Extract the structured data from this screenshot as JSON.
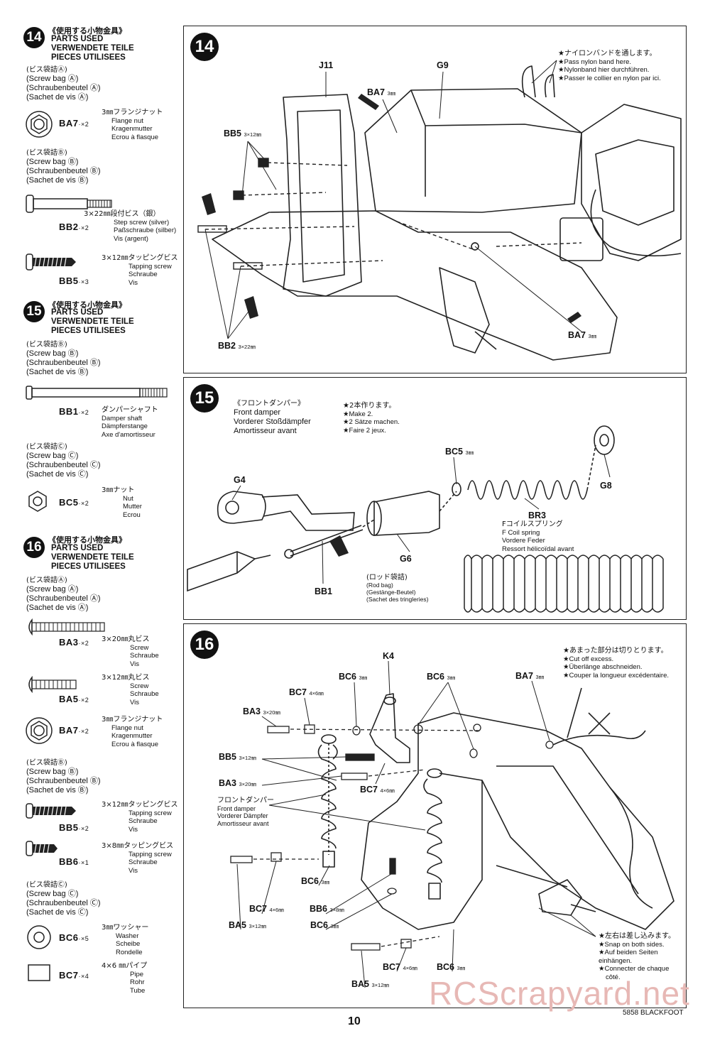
{
  "page_number": "10",
  "footer_model": "5858 BLACKFOOT",
  "watermark": "RCScrapyard.net",
  "sidebar": {
    "s14": {
      "num": "14",
      "jp": "《使用する小物金具》",
      "en": "PARTS USED",
      "de": "VERWENDETE TEILE",
      "fr": "PIECES UTILISEES",
      "bagA": [
        "(ビス袋詰Ⓐ)",
        "(Screw bag Ⓐ)",
        "(Schraubenbeutel Ⓐ)",
        "(Sachet de vis Ⓐ)"
      ],
      "ba7_code": "BA7",
      "ba7_qty": "·×2",
      "ba7_desc": [
        "3㎜フランジナット",
        "Flange nut",
        "Kragenmutter",
        "Ecrou à flasque"
      ],
      "bagB": [
        "(ビス袋詰Ⓑ)",
        "(Screw bag Ⓑ)",
        "(Schraubenbeutel Ⓑ)",
        "(Sachet de vis Ⓑ)"
      ],
      "bb2_code": "BB2",
      "bb2_qty": "·×2",
      "bb2_desc": [
        "3×22㎜段付ビス（銀）",
        "Step screw (silver)",
        "Paßschraube (silber)",
        "Vis (argent)"
      ],
      "bb5_code": "BB5",
      "bb5_qty": "·×3",
      "bb5_desc": [
        "3×12㎜タッピングビス",
        "Tapping screw",
        "Schraube",
        "Vis"
      ]
    },
    "s15": {
      "num": "15",
      "jp": "《使用する小物金具》",
      "en": "PARTS USED",
      "de": "VERWENDETE TEILE",
      "fr": "PIECES UTILISEES",
      "bagB": [
        "(ビス袋詰Ⓑ)",
        "(Screw bag Ⓑ)",
        "(Schraubenbeutel Ⓑ)",
        "(Sachet de vis Ⓑ)"
      ],
      "bb1_code": "BB1",
      "bb1_qty": "·×2",
      "bb1_desc": [
        "ダンパーシャフト",
        "Damper shaft",
        "Dämpferstange",
        "Axe d'amortisseur"
      ],
      "bagC": [
        "(ビス袋詰Ⓒ)",
        "(Screw bag Ⓒ)",
        "(Schraubenbeutel Ⓒ)",
        "(Sachet de vis Ⓒ)"
      ],
      "bc5_code": "BC5",
      "bc5_qty": "·×2",
      "bc5_desc": [
        "3㎜ナット",
        "Nut",
        "Mutter",
        "Ecrou"
      ]
    },
    "s16": {
      "num": "16",
      "jp": "《使用する小物金具》",
      "en": "PARTS USED",
      "de": "VERWENDETE TEILE",
      "fr": "PIECES UTILISEES",
      "bagA": [
        "(ビス袋詰Ⓐ)",
        "(Screw bag Ⓐ)",
        "(Schraubenbeutel Ⓐ)",
        "(Sachet de vis Ⓐ)"
      ],
      "ba3_code": "BA3",
      "ba3_qty": "·×2",
      "ba3_desc": [
        "3×20㎜丸ビス",
        "Screw",
        "Schraube",
        "Vis"
      ],
      "ba5_code": "BA5",
      "ba5_qty": "·×2",
      "ba5_desc": [
        "3×12㎜丸ビス",
        "Screw",
        "Schraube",
        "Vis"
      ],
      "ba7_code": "BA7",
      "ba7_qty": "·×2",
      "ba7_desc": [
        "3㎜フランジナット",
        "Flange nut",
        "Kragenmutter",
        "Ecrou à flasque"
      ],
      "bagB": [
        "(ビス袋詰Ⓑ)",
        "(Screw bag Ⓑ)",
        "(Schraubenbeutel Ⓑ)",
        "(Sachet de vis Ⓑ)"
      ],
      "bb5_code": "BB5",
      "bb5_qty": "·×2",
      "bb5_desc": [
        "3×12㎜タッピングビス",
        "Tapping screw",
        "Schraube",
        "Vis"
      ],
      "bb6_code": "BB6",
      "bb6_qty": "·×1",
      "bb6_desc": [
        "3×8㎜タッピングビス",
        "Tapping screw",
        "Schraube",
        "Vis"
      ],
      "bagC": [
        "(ビス袋詰Ⓒ)",
        "(Screw bag Ⓒ)",
        "(Schraubenbeutel Ⓒ)",
        "(Sachet de vis Ⓒ)"
      ],
      "bc6_code": "BC6",
      "bc6_qty": "·×5",
      "bc6_desc": [
        "3㎜ワッシャー",
        "Washer",
        "Scheibe",
        "Rondelle"
      ],
      "bc7_code": "BC7",
      "bc7_qty": "·×4",
      "bc7_desc": [
        "4×6 ㎜パイプ",
        "Pipe",
        "Rohr",
        "Tube"
      ]
    }
  },
  "panel14": {
    "num": "14",
    "note": [
      "★ナイロンバンドを通します。",
      "★Pass nylon band here.",
      "★Nylonband hier durchführen.",
      "★Passer le collier en nylon par ici."
    ],
    "j11": "J11",
    "g9": "G9",
    "ba7_top": "BA7",
    "ba7_top_size": "3㎜",
    "bb5": "BB5",
    "bb5_size": "3×12㎜",
    "bb2": "BB2",
    "bb2_size": "3×22㎜",
    "ba7_bottom": "BA7",
    "ba7_bottom_size": "3㎜"
  },
  "panel15": {
    "num": "15",
    "title": [
      "《フロントダンパー》",
      "Front damper",
      "Vorderer Stoßdämpfer",
      "Amortisseur avant"
    ],
    "note": [
      "★2本作ります。",
      "★Make 2.",
      "★2 Sätze machen.",
      "★Faire 2 jeux."
    ],
    "bc5": "BC5",
    "bc5_size": "3㎜",
    "g4": "G4",
    "g8": "G8",
    "g6": "G6",
    "bb1": "BB1",
    "br3": "BR3",
    "br3_desc": [
      "Fコイルスプリング",
      "F Coil spring",
      "Vordere Feder",
      "Ressort hélicoïdal avant"
    ],
    "rodbag": [
      "(ロッド袋詰)",
      "(Rod bag)",
      "(Gestänge-Beutel)",
      "(Sachet des tringleries)"
    ]
  },
  "panel16": {
    "num": "16",
    "note_top": [
      "★あまった部分は切りとります。",
      "★Cut off excess.",
      "★Überlänge abschneiden.",
      "★Couper la longueur excédentaire."
    ],
    "note_bottom": [
      "★左右は差し込みます。",
      "★Snap on both sides.",
      "★Auf beiden Seiten einhängen.",
      "★Connecter de chaque",
      "côté."
    ],
    "damper": [
      "フロントダンパー",
      "Front damper",
      "Vorderer Dämpfer",
      "Amortisseur avant"
    ],
    "k4": "K4",
    "bc6": "BC6",
    "bc7": "BC7",
    "ba3": "BA3",
    "bb5": "BB5",
    "ba7": "BA7",
    "ba5": "BA5",
    "bb6": "BB6",
    "s3": "3㎜",
    "s46": "4×6㎜",
    "s320": "3×20㎜",
    "s312": "3×12㎜",
    "s38": "3×8㎜"
  }
}
